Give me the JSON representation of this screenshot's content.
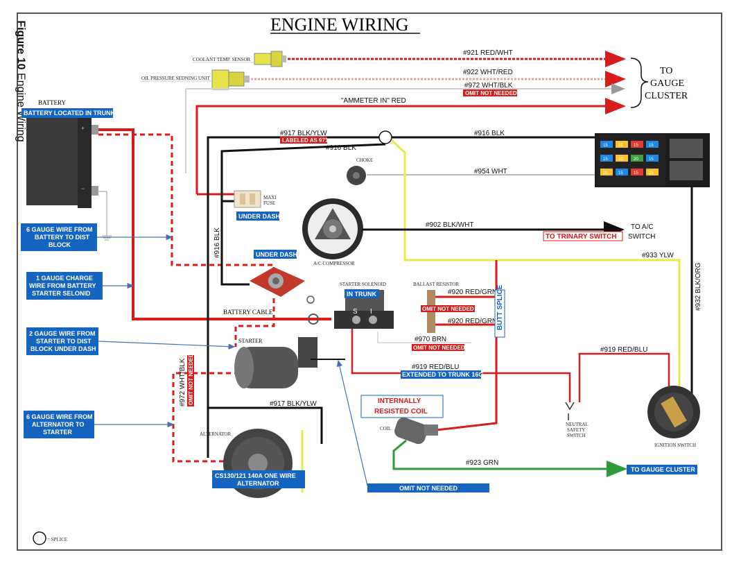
{
  "figure_caption": {
    "number": "Figure 10",
    "title": "Engine Wiring"
  },
  "title": "ENGINE WIRING",
  "gauge_target": [
    "TO",
    "GAUGE",
    "CLUSTER"
  ],
  "components": {
    "coolant_sensor": "COOLANT TEMP. SENSOR",
    "oil_sensor": "OIL PRESSURE SEDNING UNIT",
    "battery": "BATTERY",
    "choke": "CHOKE",
    "maxi_fuse": [
      "MAXI",
      "FUSE"
    ],
    "ac_compressor": "A/C COMPRESSOR",
    "starter_solenoid": "STARTER SOLENOID",
    "ballast_resistor": "BALLAST RESISTOR",
    "battery_cable": "BATTERY CABLE",
    "starter": "STARTER",
    "alternator": "ALTERNATOR",
    "coil": "COIL",
    "neutral_switch": [
      "NEUTRAL",
      "SAFETY",
      "SWITCH"
    ],
    "ignition_switch": "IGNITION SWITCH",
    "splice_legend": "= SPLICE",
    "solenoid_terminals": [
      "S",
      "I"
    ]
  },
  "wires": {
    "w921": "#921 RED/WHT",
    "w922": "#922 WHT/RED",
    "w972": "#972 WHT/BLK",
    "ammeter": "\"AMMETER IN\" RED",
    "w917": "#917 BLK/YLW",
    "w916a": "#916 BLK",
    "w916b": "#916 BLK",
    "w954": "#954 WHT",
    "w902": "#902 BLK/WHT",
    "ac_switch": [
      "TO A/C",
      "SWITCH"
    ],
    "w933": "#933 YLW",
    "w916v": "#916 BLK",
    "w932": "#932 BLK/ORG",
    "w920a": "#920 RED/GRN",
    "w920b": "#920 RED/GRN",
    "w970": "#970 BRN",
    "w919a": "#919 RED/BLU",
    "w919b": "#919 RED/BLU",
    "w972v": "#972 WHT/BLK",
    "w917b": "#917 BLK/YLW",
    "w923": "#923 GRN"
  },
  "fuse_cells": [
    "15",
    "10",
    "15",
    "15",
    "15",
    "10",
    "20",
    "15",
    "20",
    "15",
    "15",
    "25"
  ],
  "blue_labels": {
    "battery_trunk": "BATTERY LOCATED IN TRUNK",
    "under_dash_fuse": "UNDER DASH",
    "under_dash_block": "UNDER DASH",
    "in_trunk": "IN TRUNK",
    "butt_splice": "BUTT SPLICE",
    "extended": "EXTENDED TO TRUNK 16G",
    "alternator_note": [
      "CS130/121 140A ONE WIRE",
      "ALTERNATOR"
    ],
    "omit_bottom": "OMIT NOT NEEDED",
    "to_gauge": "TO GAUGE CLUSTER",
    "note1": [
      "6 GAUGE WIRE FROM",
      "BATTERY TO DIST",
      "BLOCK"
    ],
    "note2": [
      "1 GAUGE CHARGE",
      "WIRE FROM BATTERY",
      "STARTER SELONID"
    ],
    "note3": [
      "2 GAUGE WIRE FROM",
      "STARTER TO DIST",
      "BLOCK UNDER DASH"
    ],
    "note4": [
      "6 GAUGE WIRE FROM",
      "ALTERNATOR TO",
      "STARTER"
    ]
  },
  "red_labels": {
    "omit1": "OMIT NOT NEEDED",
    "labeled971": "LABELED  AS 971",
    "omit_ballast": "OMIT  NOT NEEDED",
    "omit_970": "OMIT NOT NEEDED",
    "omit_vertical": "OMIT NOT NEEDED"
  },
  "outline_labels": {
    "trinary": "TO TRINARY SWITCH",
    "coil_note": [
      "INTERNALLY",
      "RESISTED  COIL"
    ]
  },
  "colors": {
    "red": "#d81b1b",
    "black": "#111111",
    "yellow": "#e6ea4a",
    "green": "#2e9a3a",
    "blue": "#1565c0"
  }
}
